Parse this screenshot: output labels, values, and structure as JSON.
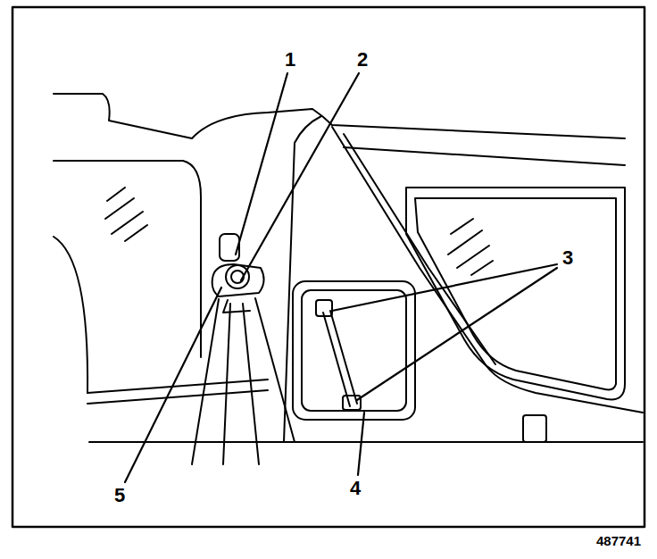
{
  "diagram": {
    "labels": [
      "1",
      "2",
      "3",
      "4",
      "5",
      "487741"
    ]
  }
}
